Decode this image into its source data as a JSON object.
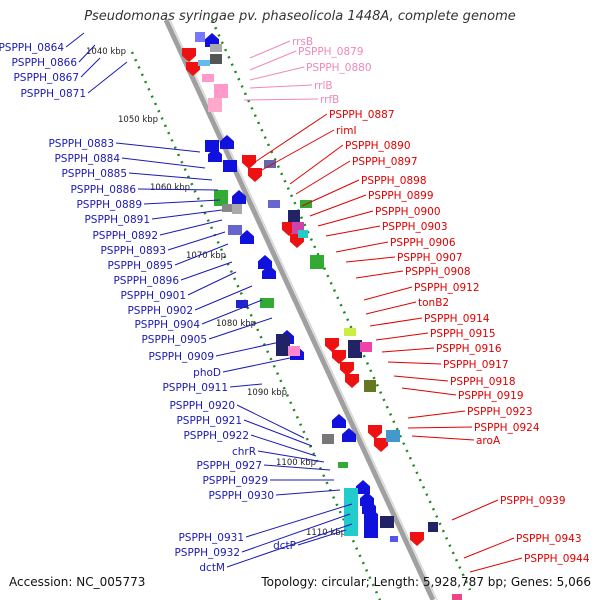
{
  "title": "Pseudomonas syringae pv. phaseolicola 1448A, complete genome",
  "footer": {
    "accession": "Accession: NC_005773",
    "topology": "Topology: circular; Length: 5,928,787 bp; Genes: 5,066"
  },
  "colors": {
    "left_labels": "#1a1ab4",
    "right_labels": "#e00000",
    "rna_labels": "#ee88bb",
    "backbone": "#a0a0a0",
    "scale_dots": "#1f8a1f"
  },
  "scale_ticks": [
    "1040 kbp",
    "1050 kbp",
    "1060 kbp",
    "1070 kbp",
    "1080 kbp",
    "1090 kbp",
    "1100 kbp",
    "1110 kbp"
  ],
  "left_labels": [
    "PSPPH_0864",
    "PSPPH_0866",
    "PSPPH_0867",
    "PSPPH_0871",
    "PSPPH_0883",
    "PSPPH_0884",
    "PSPPH_0885",
    "PSPPH_0886",
    "PSPPH_0889",
    "PSPPH_0891",
    "PSPPH_0892",
    "PSPPH_0893",
    "PSPPH_0895",
    "PSPPH_0896",
    "PSPPH_0901",
    "PSPPH_0902",
    "PSPPH_0904",
    "PSPPH_0905",
    "PSPPH_0909",
    "phoD",
    "PSPPH_0911",
    "PSPPH_0920",
    "PSPPH_0921",
    "PSPPH_0922",
    "chrR",
    "PSPPH_0927",
    "PSPPH_0929",
    "PSPPH_0930",
    "PSPPH_0931",
    "PSPPH_0932",
    "dctM",
    "dctP"
  ],
  "rna_labels": [
    "rrsB",
    "PSPPH_0879",
    "PSPPH_0880",
    "rrlB",
    "rrfB"
  ],
  "right_labels": [
    "PSPPH_0887",
    "rimI",
    "PSPPH_0890",
    "PSPPH_0897",
    "PSPPH_0898",
    "PSPPH_0899",
    "PSPPH_0900",
    "PSPPH_0903",
    "PSPPH_0906",
    "PSPPH_0907",
    "PSPPH_0908",
    "PSPPH_0912",
    "tonB2",
    "PSPPH_0914",
    "PSPPH_0915",
    "PSPPH_0916",
    "PSPPH_0917",
    "PSPPH_0918",
    "PSPPH_0919",
    "PSPPH_0923",
    "PSPPH_0924",
    "aroA",
    "PSPPH_0939",
    "PSPPH_0943",
    "PSPPH_0944"
  ]
}
